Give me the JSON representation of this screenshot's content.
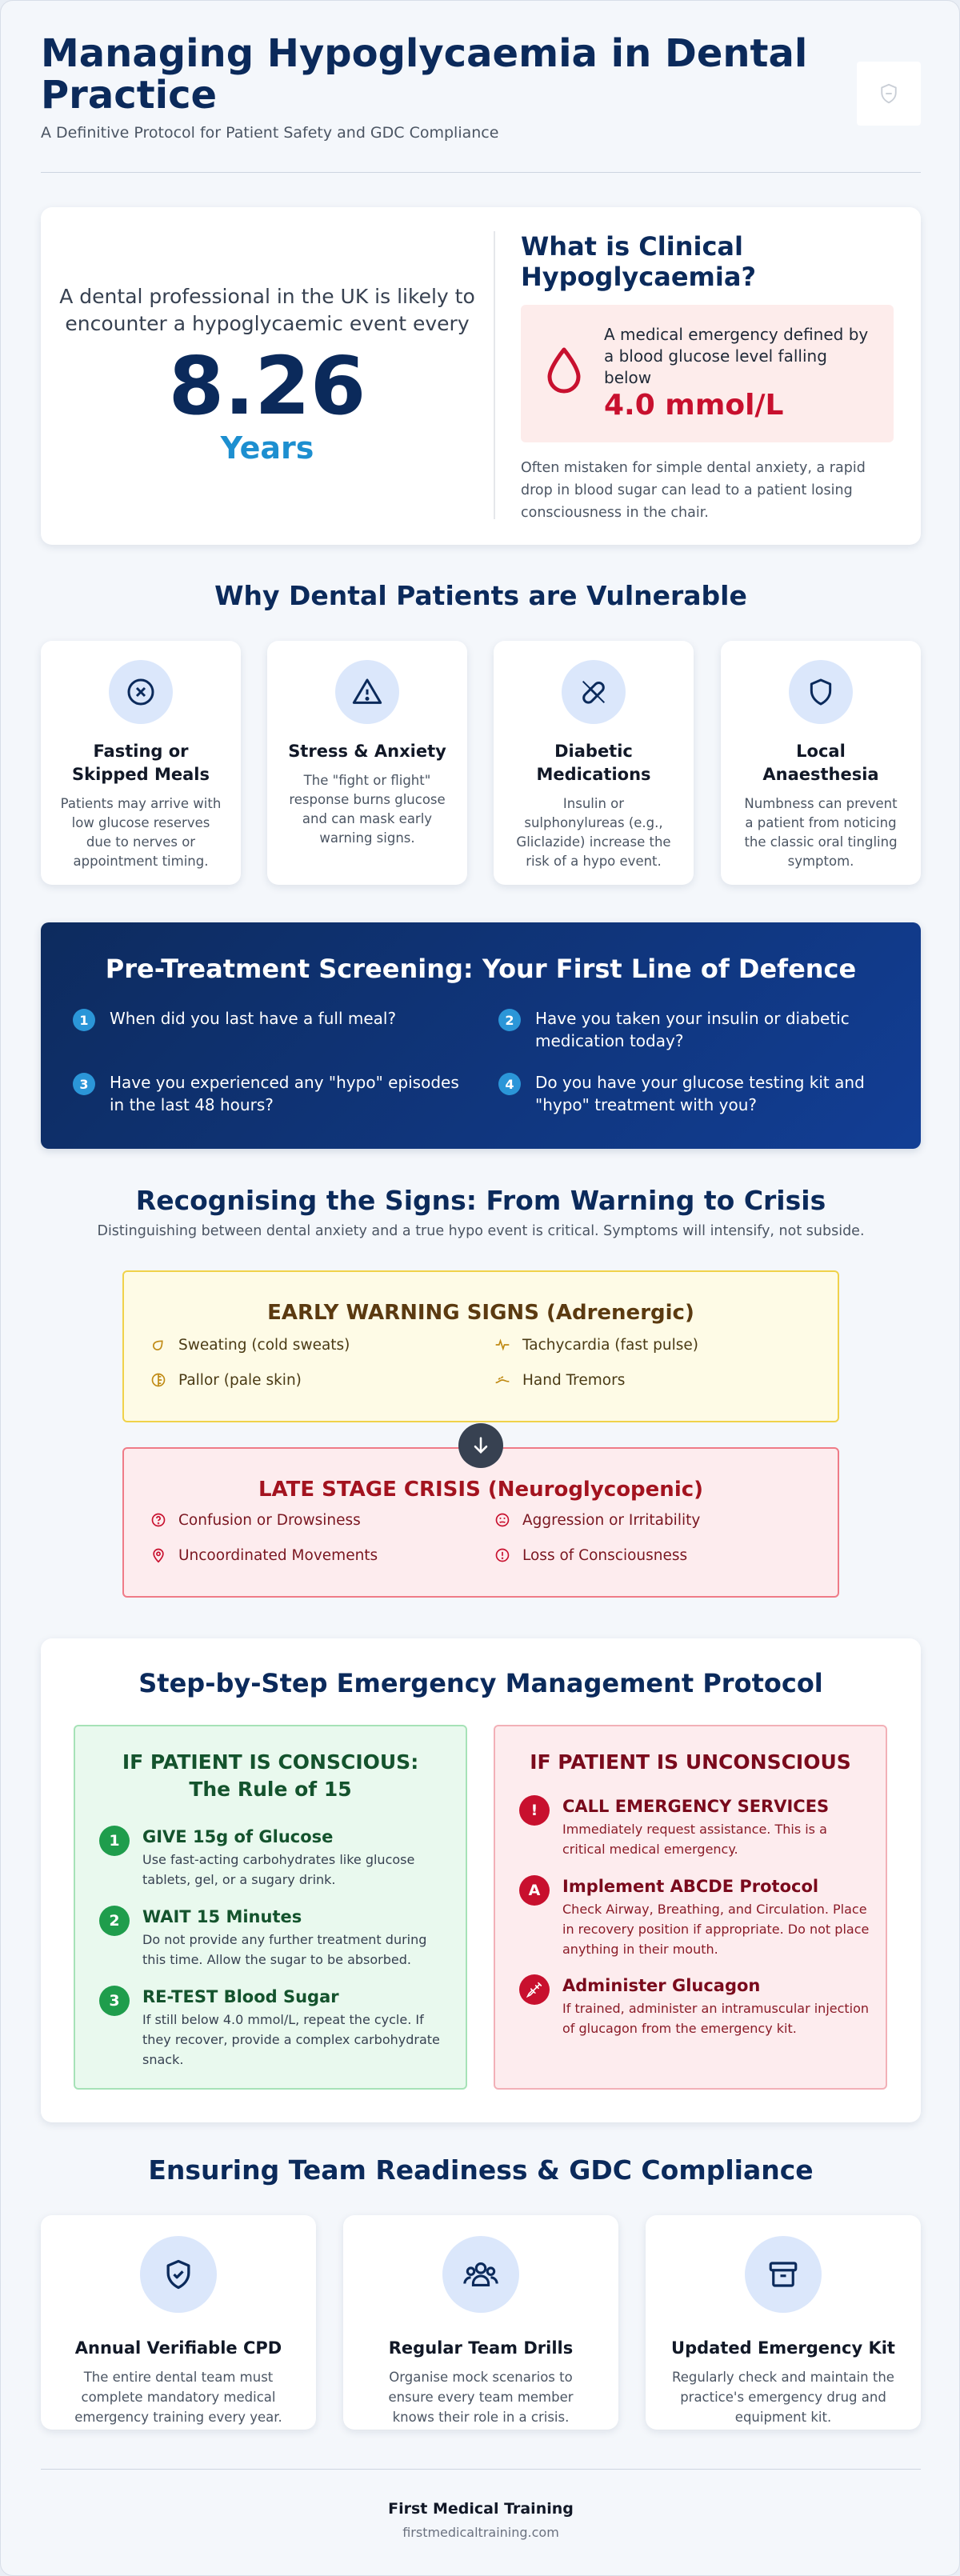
{
  "header": {
    "title": "Managing Hypoglycaemia in Dental Practice",
    "subtitle": "A Definitive Protocol for Patient Safety and GDC Compliance",
    "logo_icon": "shield-logo-icon"
  },
  "stat": {
    "intro": "A dental professional in the UK is likely to encounter a hypoglycaemic event every",
    "number": "8.26",
    "unit": "Years"
  },
  "definition": {
    "title": "What is Clinical Hypoglycaemia?",
    "text": "A medical emergency defined by a blood glucose level falling below",
    "value": "4.0 mmol/L",
    "icon": "blood-drop-icon",
    "note": "Often mistaken for simple dental anxiety, a rapid drop in blood sugar can lead to a patient losing consciousness in the chair."
  },
  "vulnerable": {
    "title": "Why Dental Patients are Vulnerable",
    "cards": [
      {
        "title": "Fasting or Skipped Meals",
        "text": "Patients may arrive with low glucose reserves due to nerves or appointment timing.",
        "icon": "circle-x-icon"
      },
      {
        "title": "Stress & Anxiety",
        "text": "The \"fight or flight\" response burns glucose and can mask early warning signs.",
        "icon": "warning-triangle-icon"
      },
      {
        "title": "Diabetic Medications",
        "text": "Insulin or sulphonylureas (e.g., Gliclazide) increase the risk of a hypo event.",
        "icon": "pill-icon"
      },
      {
        "title": "Local Anaesthesia",
        "text": "Numbness can prevent a patient from noticing the classic oral tingling symptom.",
        "icon": "shield-icon"
      }
    ]
  },
  "screening": {
    "title": "Pre-Treatment Screening: Your First Line of Defence",
    "questions": [
      {
        "num": "1",
        "text": "When did you last have a full meal?"
      },
      {
        "num": "2",
        "text": "Have you taken your insulin or diabetic medication today?"
      },
      {
        "num": "3",
        "text": "Have you experienced any \"hypo\" episodes in the last 48 hours?"
      },
      {
        "num": "4",
        "text": "Do you have your glucose testing kit and \"hypo\" treatment with you?"
      }
    ]
  },
  "signs": {
    "title": "Recognising the Signs: From Warning to Crisis",
    "subtitle": "Distinguishing between dental anxiety and a true hypo event is critical. Symptoms will intensify, not subside.",
    "early": {
      "title": "EARLY WARNING SIGNS (Adrenergic)",
      "items": [
        {
          "text": "Sweating (cold sweats)",
          "icon": "droplet-icon"
        },
        {
          "text": "Tachycardia (fast pulse)",
          "icon": "pulse-icon"
        },
        {
          "text": "Pallor (pale skin)",
          "icon": "half-circle-icon"
        },
        {
          "text": "Hand Tremors",
          "icon": "tremor-icon"
        }
      ]
    },
    "late": {
      "title": "LATE STAGE CRISIS (Neuroglycopenic)",
      "items": [
        {
          "text": "Confusion or Drowsiness",
          "icon": "question-circle-icon"
        },
        {
          "text": "Aggression or Irritability",
          "icon": "angry-face-icon"
        },
        {
          "text": "Uncoordinated Movements",
          "icon": "location-pin-icon"
        },
        {
          "text": "Loss of Consciousness",
          "icon": "alert-circle-icon"
        }
      ]
    },
    "arrow_icon": "arrow-down-icon"
  },
  "protocol": {
    "title": "Step-by-Step Emergency Management Protocol",
    "conscious": {
      "title": "IF PATIENT IS CONSCIOUS: The Rule of 15",
      "steps": [
        {
          "badge": "1",
          "title": "GIVE 15g of Glucose",
          "text": "Use fast-acting carbohydrates like glucose tablets, gel, or a sugary drink."
        },
        {
          "badge": "2",
          "title": "WAIT 15 Minutes",
          "text": "Do not provide any further treatment during this time. Allow the sugar to be absorbed."
        },
        {
          "badge": "3",
          "title": "RE-TEST Blood Sugar",
          "text": "If still below 4.0 mmol/L, repeat the cycle. If they recover, provide a complex carbohydrate snack."
        }
      ]
    },
    "unconscious": {
      "title": "IF PATIENT IS UNCONSCIOUS",
      "steps": [
        {
          "badge": "!",
          "title": "CALL EMERGENCY SERVICES",
          "text": "Immediately request assistance. This is a critical medical emergency."
        },
        {
          "badge": "A",
          "title": "Implement ABCDE Protocol",
          "text": "Check Airway, Breathing, and Circulation. Place in recovery position if appropriate. Do not place anything in their mouth."
        },
        {
          "badge": "syringe",
          "title": "Administer Glucagon",
          "text": "If trained, administer an intramuscular injection of glucagon from the emergency kit."
        }
      ]
    }
  },
  "compliance": {
    "title": "Ensuring Team Readiness & GDC Compliance",
    "cards": [
      {
        "title": "Annual Verifiable CPD",
        "text": "The entire dental team must complete mandatory medical emergency training every year.",
        "icon": "shield-check-icon"
      },
      {
        "title": "Regular Team Drills",
        "text": "Organise mock scenarios to ensure every team member knows their role in a crisis.",
        "icon": "team-icon"
      },
      {
        "title": "Updated Emergency Kit",
        "text": "Regularly check and maintain the practice's emergency drug and equipment kit.",
        "icon": "archive-box-icon"
      }
    ]
  },
  "footer": {
    "brand": "First Medical Training",
    "url": "firstmedicaltraining.com"
  }
}
